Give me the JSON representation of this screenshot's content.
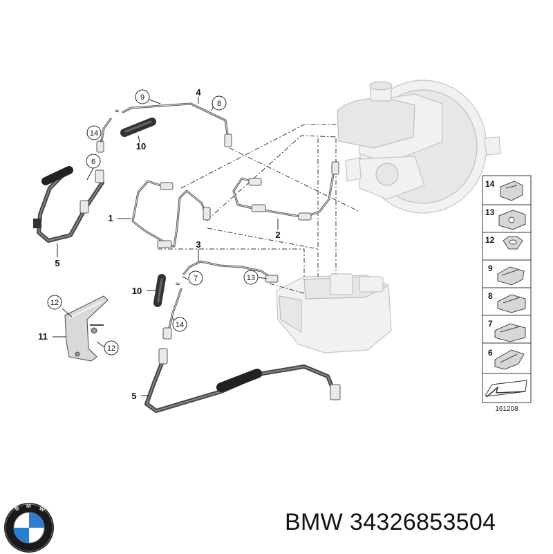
{
  "diagram": {
    "callouts": {
      "c4": "4",
      "c9": "9",
      "c8": "8",
      "c14a": "14",
      "c10a": "10",
      "c6": "6",
      "c5a": "5",
      "c1": "1",
      "c2": "2",
      "c3": "3",
      "c10b": "10",
      "c7": "7",
      "c13": "13",
      "c14b": "14",
      "c12a": "12",
      "c11": "11",
      "c12b": "12",
      "c5b": "5"
    },
    "legend": [
      {
        "num": "14",
        "icon": "clip-14-icon"
      },
      {
        "num": "13",
        "icon": "clip-13-icon"
      },
      {
        "num": "12",
        "icon": "nut-12-icon"
      },
      {
        "num": "9",
        "icon": "clip-9-icon"
      },
      {
        "num": "8",
        "icon": "clip-8-icon"
      },
      {
        "num": "7",
        "icon": "clip-7-icon"
      },
      {
        "num": "6",
        "icon": "clip-6-icon"
      }
    ],
    "diagram_id": "161208"
  },
  "caption": {
    "brand": "BMW",
    "part_number": "34326853504"
  },
  "colors": {
    "line": "#333333",
    "ghost_fill": "#f1f1f1",
    "background": "#ffffff"
  }
}
